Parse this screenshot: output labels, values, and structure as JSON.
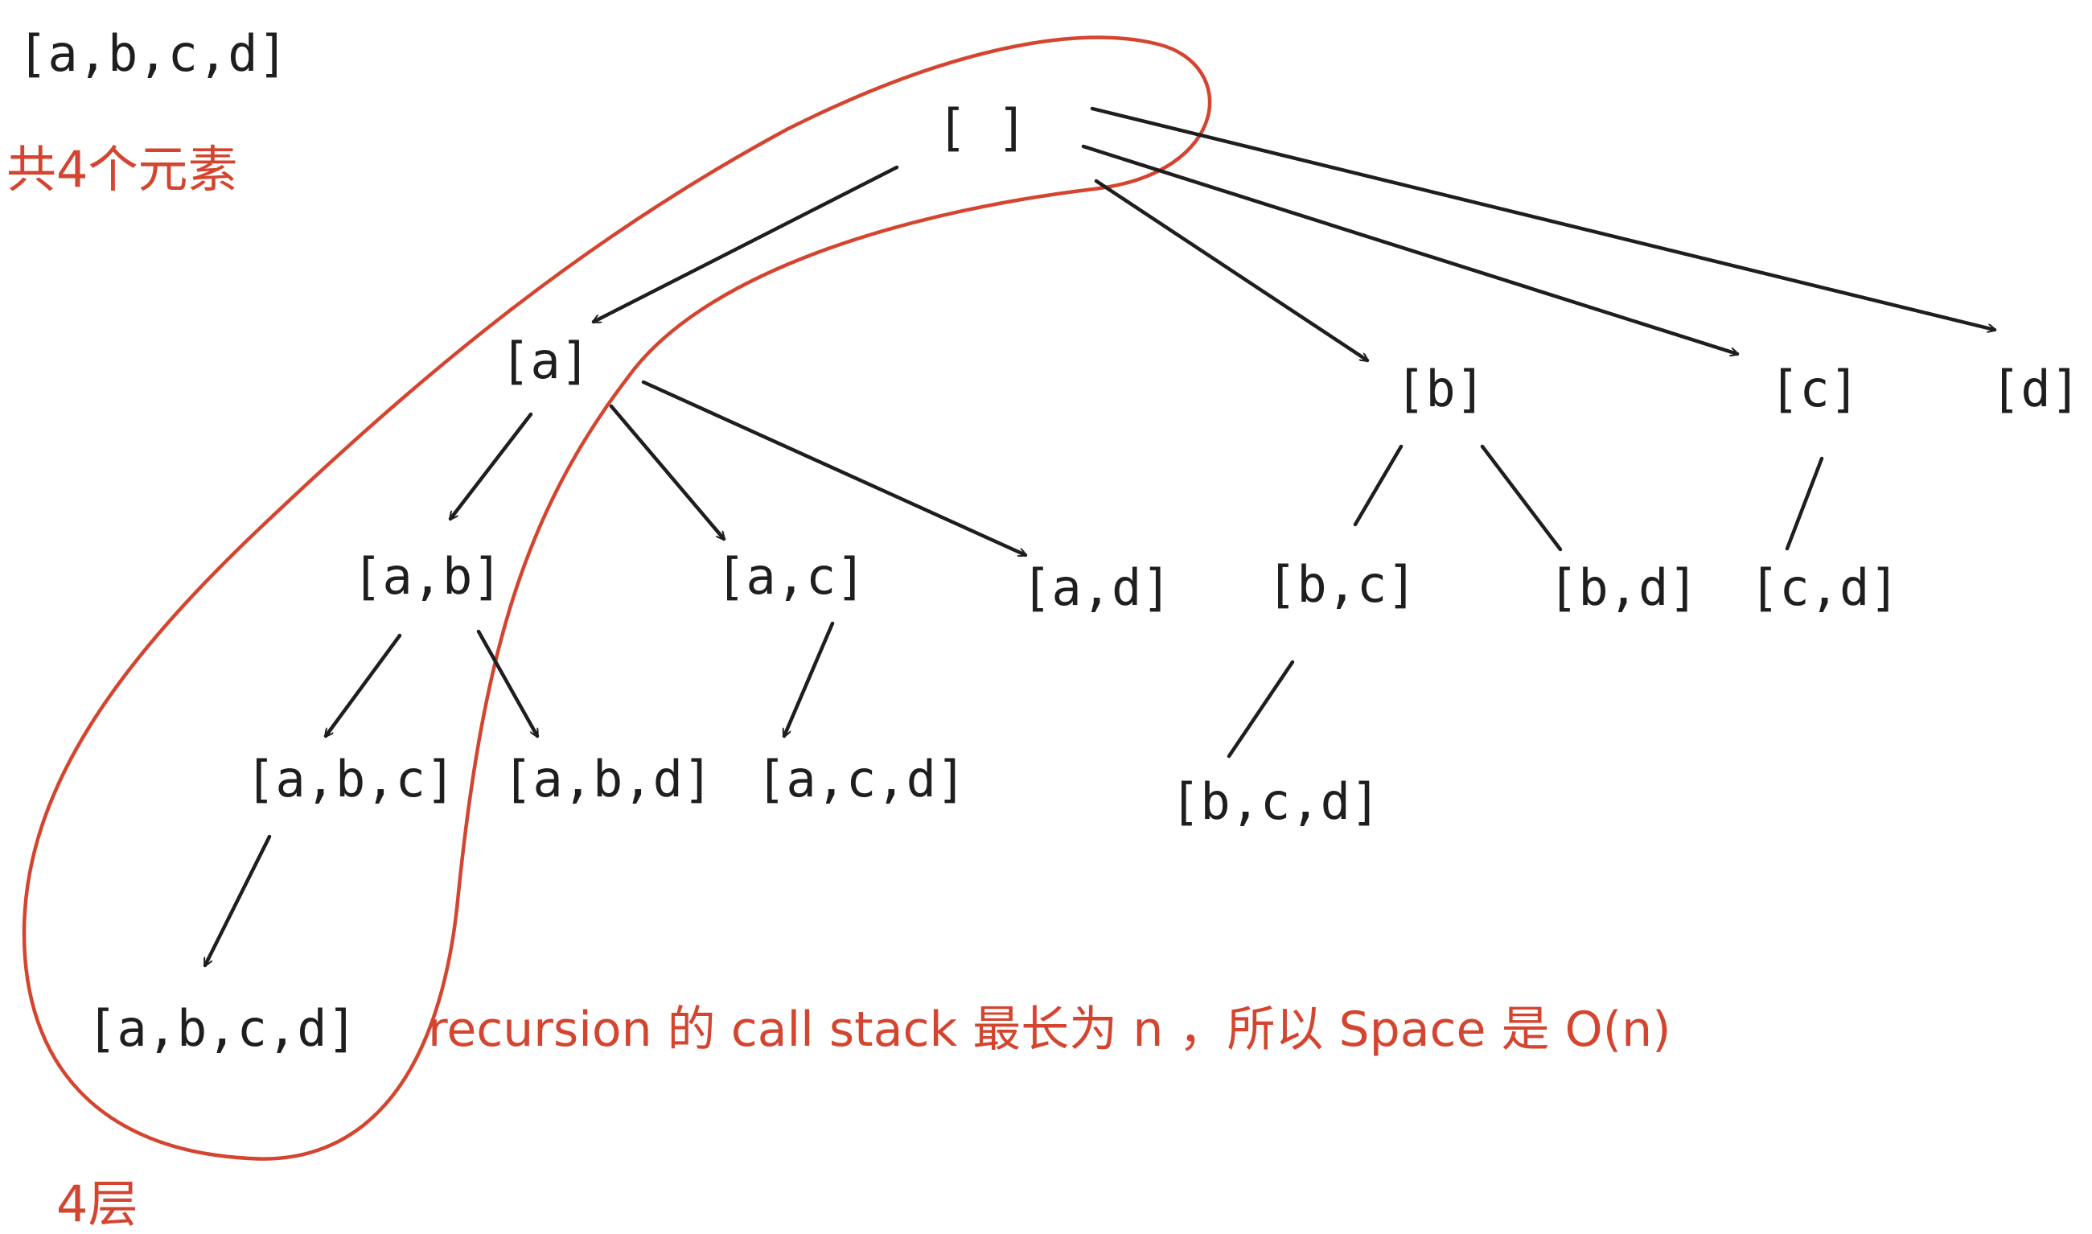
{
  "colors": {
    "ink": "#1e1e1e",
    "annotation": "#d44530",
    "background": "#ffffff"
  },
  "header": {
    "input_set": "[a,b,c,d]",
    "element_count_note": "共4个元素"
  },
  "tree": {
    "root": "[ ]",
    "level1": [
      "[a]",
      "[b]",
      "[c]",
      "[d]"
    ],
    "level2": [
      "[a,b]",
      "[a,c]",
      "[a,d]",
      "[b,c]",
      "[b,d]",
      "[c,d]"
    ],
    "level3": [
      "[a,b,c]",
      "[a,b,d]",
      "[a,c,d]",
      "[b,c,d]"
    ],
    "level4": [
      "[a,b,c,d]"
    ]
  },
  "edges": [
    {
      "from": "[ ]",
      "to": "[a]",
      "arrow": true
    },
    {
      "from": "[ ]",
      "to": "[b]",
      "arrow": true
    },
    {
      "from": "[ ]",
      "to": "[c]",
      "arrow": true
    },
    {
      "from": "[ ]",
      "to": "[d]",
      "arrow": true
    },
    {
      "from": "[a]",
      "to": "[a,b]",
      "arrow": true
    },
    {
      "from": "[a]",
      "to": "[a,c]",
      "arrow": true
    },
    {
      "from": "[a]",
      "to": "[a,d]",
      "arrow": true
    },
    {
      "from": "[b]",
      "to": "[b,c]",
      "arrow": false
    },
    {
      "from": "[b]",
      "to": "[b,d]",
      "arrow": false
    },
    {
      "from": "[c]",
      "to": "[c,d]",
      "arrow": false
    },
    {
      "from": "[a,b]",
      "to": "[a,b,c]",
      "arrow": true
    },
    {
      "from": "[a,b]",
      "to": "[a,b,d]",
      "arrow": true
    },
    {
      "from": "[a,c]",
      "to": "[a,c,d]",
      "arrow": true
    },
    {
      "from": "[b,c]",
      "to": "[b,c,d]",
      "arrow": false
    },
    {
      "from": "[a,b,c]",
      "to": "[a,b,c,d]",
      "arrow": true
    }
  ],
  "annotations": {
    "space_note": "recursion 的 call stack 最长为 n ，所以 Space 是 O(n)",
    "depth_note": "4层"
  }
}
